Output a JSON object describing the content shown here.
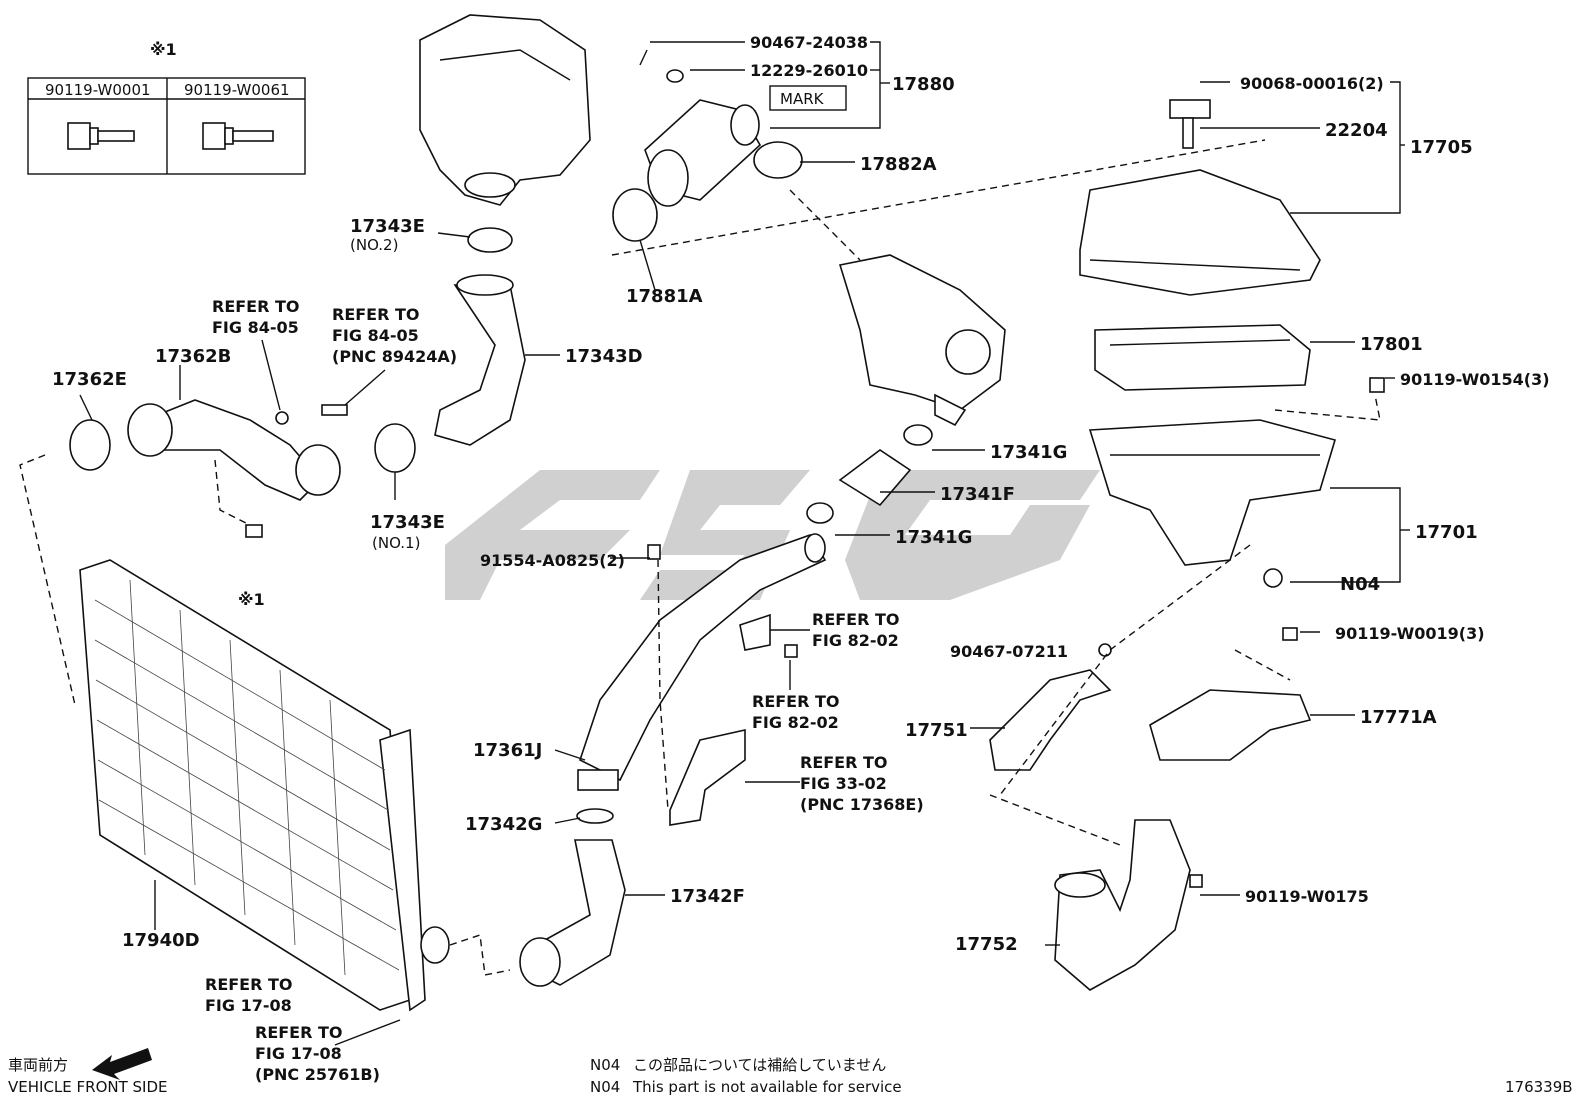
{
  "table": {
    "note": "※1",
    "col1": "90119-W0001",
    "col2": "90119-W0061"
  },
  "labels": {
    "p90467_24038": "90467-24038",
    "p12229_26010": "12229-26010",
    "p17880": "17880",
    "mark": "MARK",
    "p17882A": "17882A",
    "p17881A": "17881A",
    "p17343E_2": "17343E",
    "no2": "(NO.2)",
    "p17343D": "17343D",
    "p17362E": "17362E",
    "p17362B": "17362B",
    "ref_84_05_a1": "REFER TO",
    "ref_84_05_a2": "FIG 84-05",
    "ref_84_05_b1": "REFER TO",
    "ref_84_05_b2": "FIG 84-05",
    "ref_84_05_b3": "(PNC 89424A)",
    "p17343E_1": "17343E",
    "no1": "(NO.1)",
    "note_1": "※1",
    "p90068_00016": "90068-00016(2)",
    "p22204": "22204",
    "p17705": "17705",
    "p17801": "17801",
    "p90119_W0154": "90119-W0154(3)",
    "p17341G_a": "17341G",
    "p17341F": "17341F",
    "p17341G_b": "17341G",
    "p17701": "17701",
    "pN04": "N04",
    "p91554": "91554-A0825(2)",
    "ref_82_02_a1": "REFER TO",
    "ref_82_02_a2": "FIG 82-02",
    "ref_82_02_b1": "REFER TO",
    "ref_82_02_b2": "FIG 82-02",
    "p90467_07211": "90467-07211",
    "p90119_W0019": "90119-W0019(3)",
    "p17751": "17751",
    "p17771A": "17771A",
    "p17361J": "17361J",
    "ref_33_02_1": "REFER TO",
    "ref_33_02_2": "FIG 33-02",
    "ref_33_02_3": "(PNC 17368E)",
    "p17342G": "17342G",
    "p17342F": "17342F",
    "p17940D": "17940D",
    "ref_17_08_a1": "REFER TO",
    "ref_17_08_a2": "FIG 17-08",
    "ref_17_08_b1": "REFER TO",
    "ref_17_08_b2": "FIG 17-08",
    "ref_17_08_b3": "(PNC 25761B)",
    "p90119_W0175": "90119-W0175",
    "p17752": "17752",
    "front_jp": "車両前方",
    "front_en": "VEHICLE FRONT SIDE",
    "legend_jp_code": "N04",
    "legend_jp_text": "この部品については補給していません",
    "legend_en_code": "N04",
    "legend_en_text": "This part is not available for service",
    "figure_id": "176339B"
  }
}
